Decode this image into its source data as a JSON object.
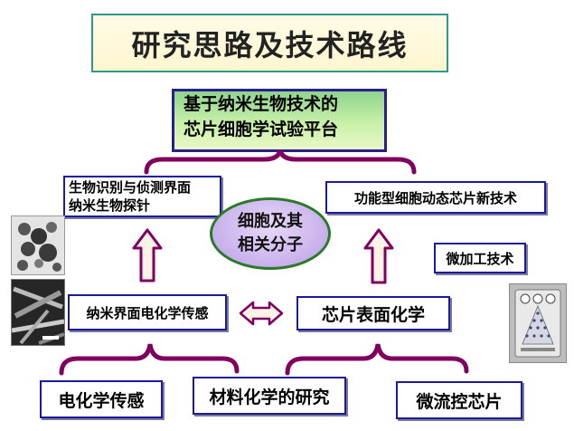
{
  "title": "研究思路及技术路线",
  "platform": {
    "line1": "基于纳米生物技术的",
    "line2": "芯片细胞学试验平台"
  },
  "bio_probe": {
    "line1": "生物识别与侦测界面",
    "line2": "纳米生物探针"
  },
  "dynamic_chip": "功能型细胞动态芯片新技术",
  "center": {
    "line1": "细胞及其",
    "line2": "相关分子"
  },
  "micro_machining": "微加工技术",
  "nano_sensing": "纳米界面电化学传感",
  "chip_surface": "芯片表面化学",
  "bottom": {
    "electrochem": "电化学传感",
    "materials": "材料化学的研究",
    "microfluidic": "微流控芯片"
  },
  "colors": {
    "box_border": "#1a1a9a",
    "brace": "#800060",
    "arrow_fill": "#fff3e6",
    "arrow_stroke": "#800060",
    "platform_green": "#8ed48e",
    "ellipse_purple": "#c8b0ec"
  }
}
